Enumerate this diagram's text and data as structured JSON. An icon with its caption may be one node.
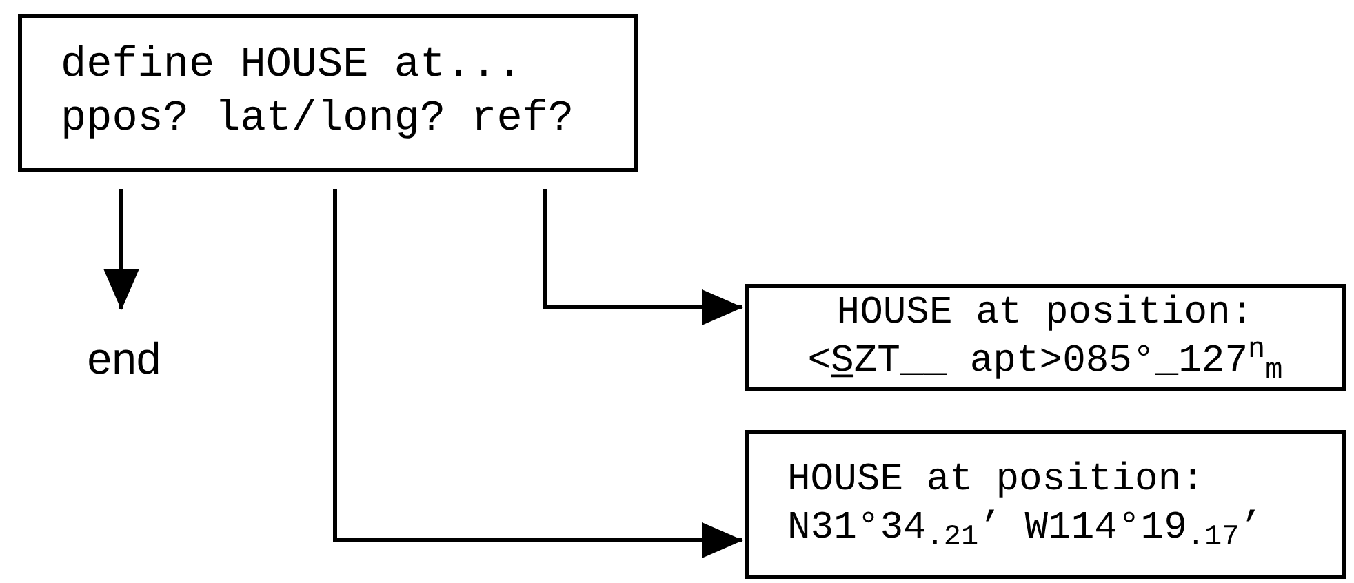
{
  "diagram": {
    "nodes": [
      {
        "text": [
          "define HOUSE at...",
          "ppos? lat/long? ref?"
        ]
      },
      {
        "text": [
          "end"
        ]
      },
      {
        "text": [
          "HOUSE at position:",
          "<S̲ZT__ apt>085°_127$^{n}$$_{m}$"
        ]
      },
      {
        "text": [
          "HOUSE at position:",
          "N31°34$_{.21}$’ W114°19$_{.17}$’"
        ]
      }
    ],
    "edges": [
      {
        "from": 0,
        "to": 1,
        "arrow": "to"
      },
      {
        "from": 0,
        "to": 2,
        "arrow": "to"
      },
      {
        "from": 0,
        "to": 3,
        "arrow": "to"
      }
    ]
  }
}
